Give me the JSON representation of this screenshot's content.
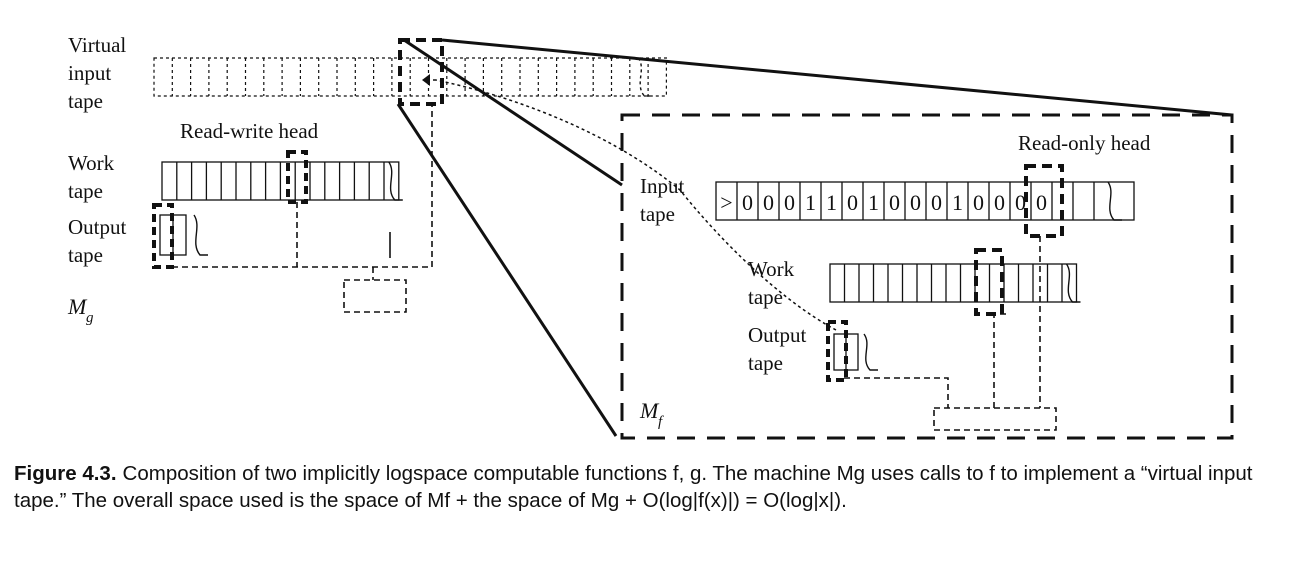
{
  "figure": {
    "left_panel": {
      "virtual_input_label": [
        "Virtual",
        "input",
        "tape"
      ],
      "rw_head_label": "Read-write head",
      "work_tape_label": [
        "Work",
        "tape"
      ],
      "output_tape_label": [
        "Output",
        "tape"
      ],
      "machine_label": "M",
      "machine_sub": "g"
    },
    "right_panel": {
      "ro_head_label": "Read-only head",
      "input_tape_label": [
        "Input",
        "tape"
      ],
      "input_tape_cells": [
        ">",
        "0",
        "0",
        "0",
        "1",
        "1",
        "0",
        "1",
        "0",
        "0",
        "0",
        "1",
        "0",
        "0",
        "0",
        "0",
        "",
        ""
      ],
      "work_tape_label": [
        "Work",
        "tape"
      ],
      "output_tape_label": [
        "Output",
        "tape"
      ],
      "machine_label": "M",
      "machine_sub": "f"
    }
  },
  "caption": {
    "label": "Figure 4.3.",
    "text": "Composition of two implicitly logspace computable functions f, g. The machine Mg uses calls to f to implement a “virtual input tape.” The overall space used is the space of Mf + the space of Mg + O(log|f(x)|) = O(log|x|)."
  }
}
